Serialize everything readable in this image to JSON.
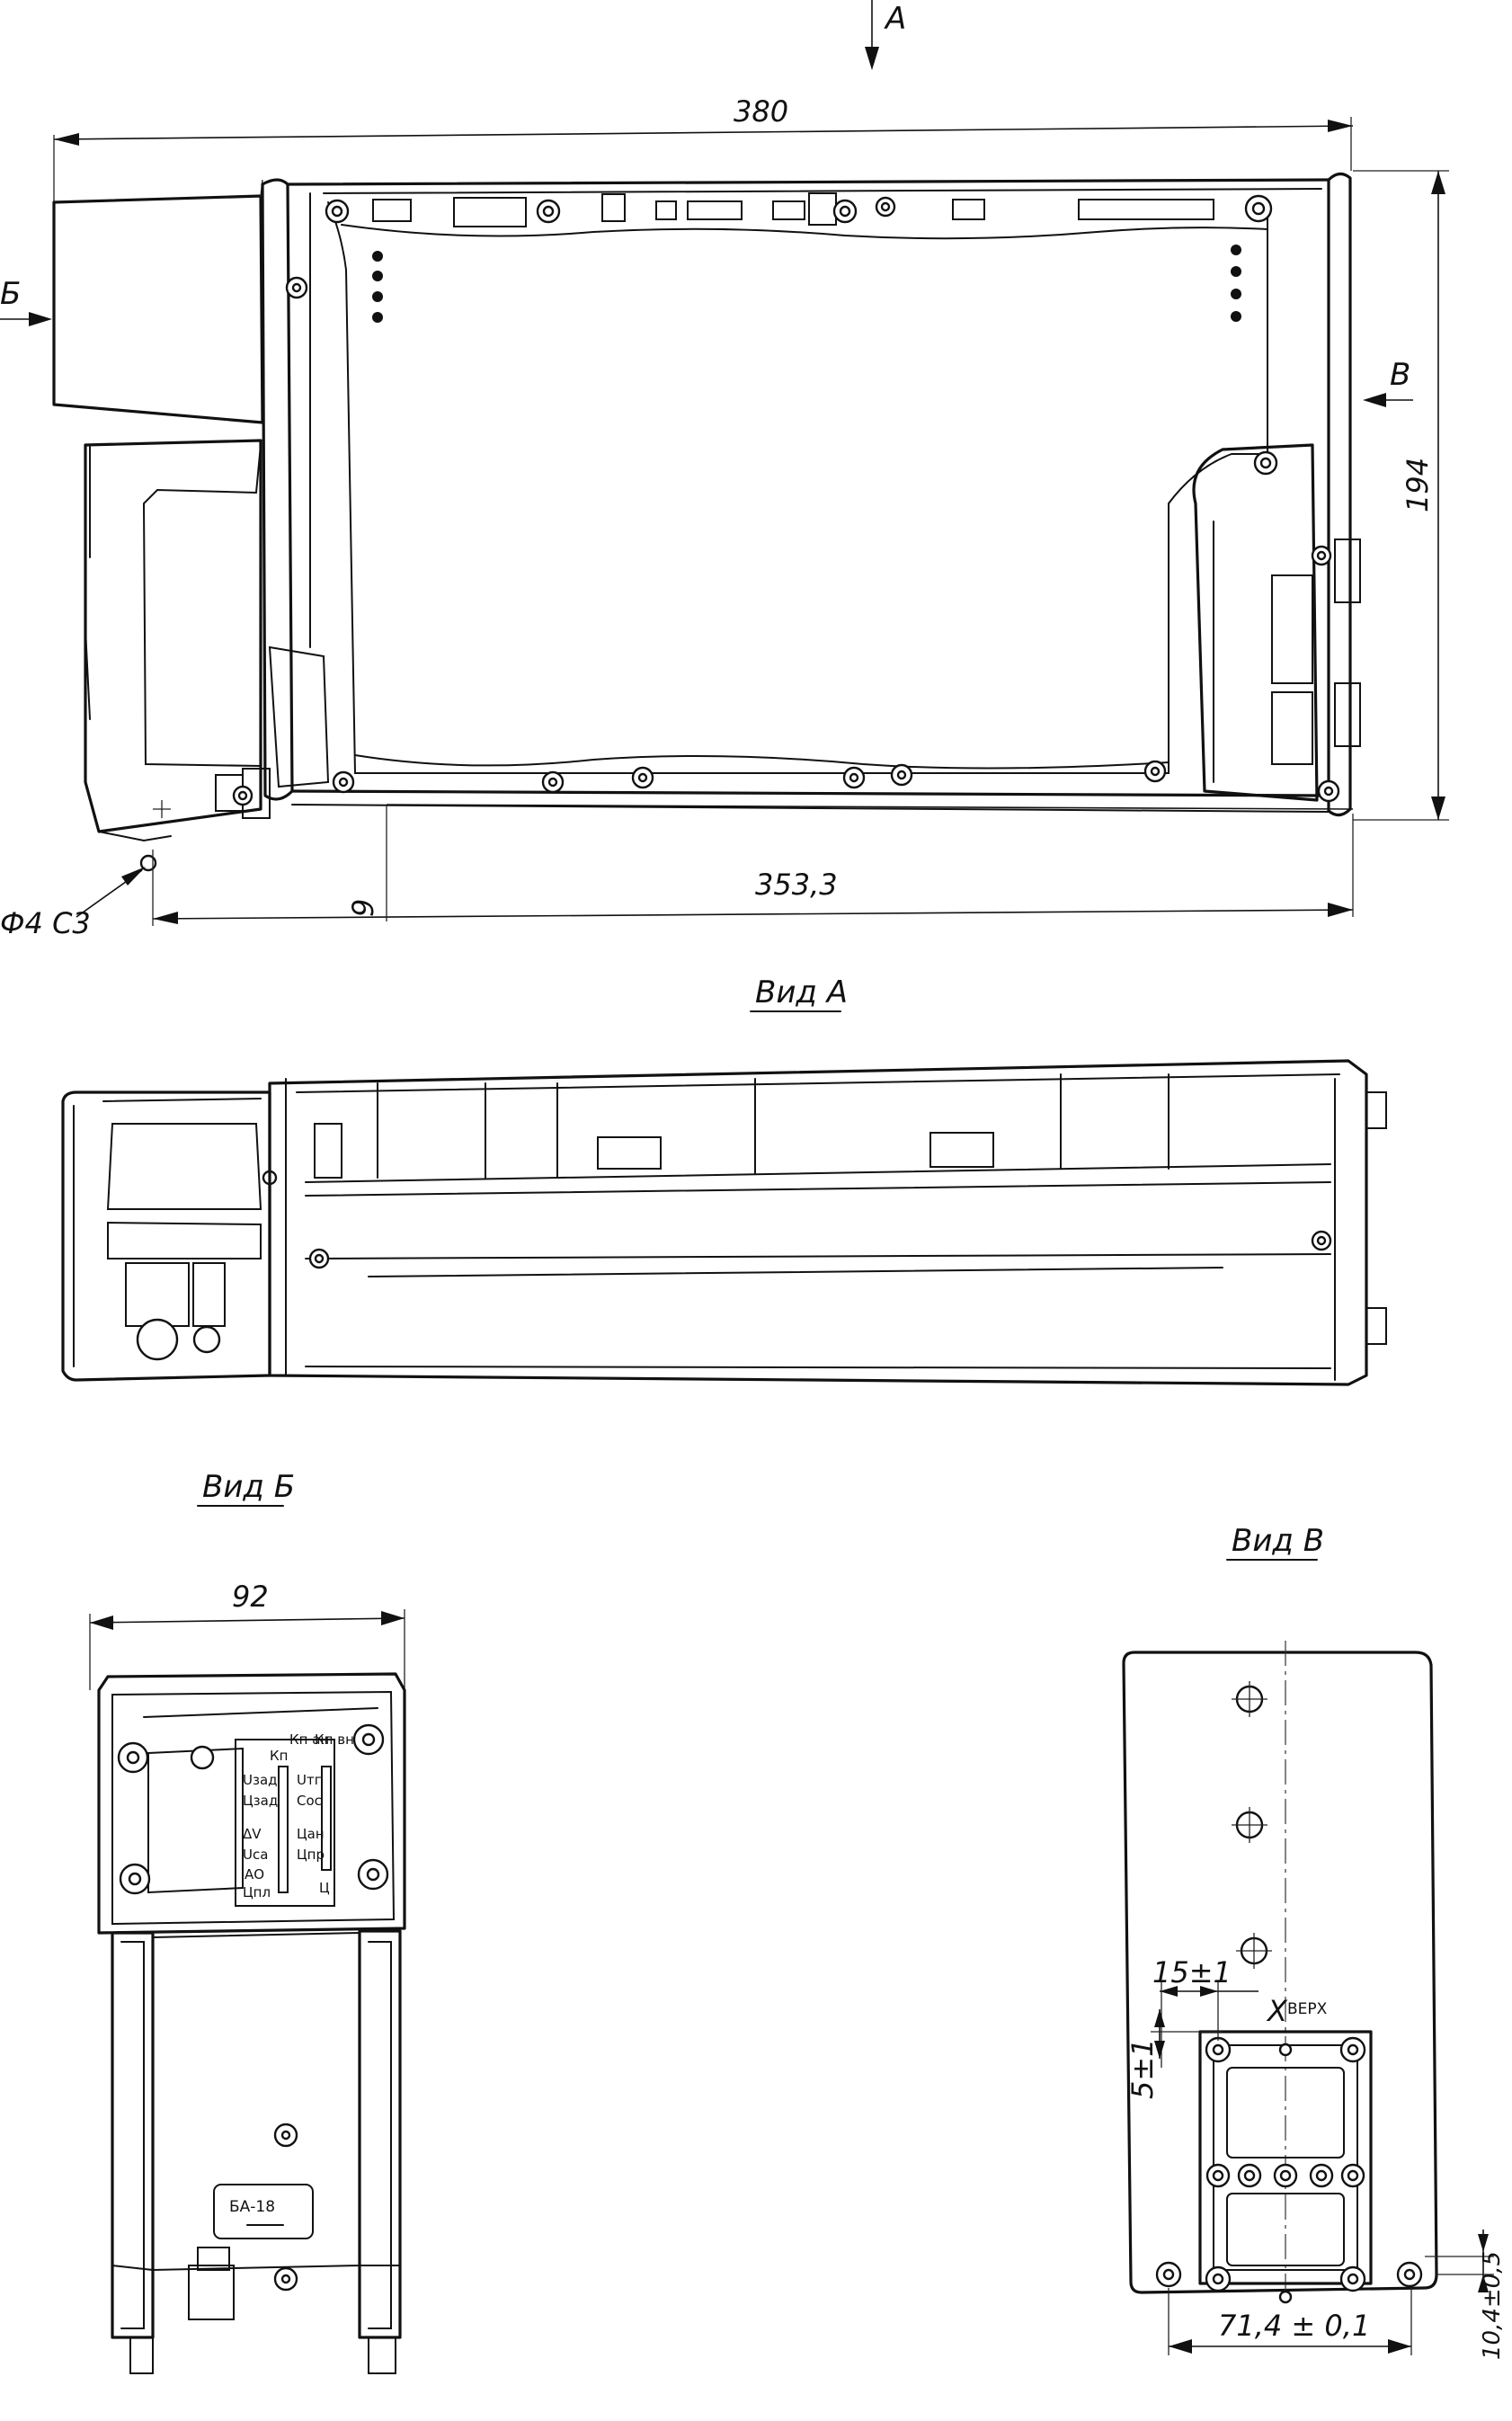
{
  "views": {
    "main": {
      "arrow_a": "A",
      "arrow_b": "Б",
      "arrow_v": "В",
      "dim_length": "380",
      "dim_height": "194",
      "dim_inner": "353,3",
      "dim_offset": "9",
      "callout_hole": "Ф4 С3"
    },
    "view_a": {
      "title": "Вид А"
    },
    "view_b": {
      "title": "Вид Б",
      "dim_width": "92",
      "label_plate": "БА-18",
      "terminal_labels_left": [
        "Uзад",
        "Цзад",
        "ΔV",
        "Uса",
        "АО",
        "Цпл"
      ],
      "terminal_labels_mid": [
        "Кп",
        "Uтг",
        "Сос",
        "Цан",
        "Цпр"
      ],
      "terminal_labels_right": [
        "Кп ан",
        "Кп вн",
        "Ц"
      ]
    },
    "view_v": {
      "title": "Вид В",
      "dim_x": "15±1",
      "dim_y": "5±1",
      "dim_pitch": "71,4 ± 0,1",
      "dim_edge": "10,4±0,5",
      "label_x": "X",
      "label_top": "ВЕРХ"
    }
  }
}
